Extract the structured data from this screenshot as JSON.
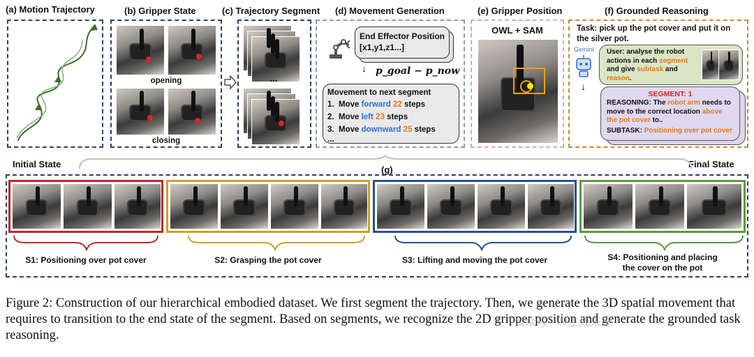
{
  "panels": {
    "a": {
      "title": "(a) Motion Trajectory"
    },
    "b": {
      "title": "(b) Gripper State",
      "label_opening": "opening",
      "label_closing": "closing"
    },
    "c": {
      "title": "(c) Trajectory Segment",
      "ellipsis": "..."
    },
    "d": {
      "title": "(d) Movement Generation",
      "ee_title": "End Effector Position",
      "ee_coords": "[x1,y1,z1...]",
      "formula": "p_goal − p_now",
      "movement_heading": "Movement to next segment",
      "moves": [
        {
          "num": "1.",
          "verb": "Move",
          "dir": "forward",
          "steps": "22",
          "unit": "steps"
        },
        {
          "num": "2.",
          "verb": "Move",
          "dir": "left",
          "steps": "23",
          "unit": "steps"
        },
        {
          "num": "3.",
          "verb": "Move",
          "dir": "downward",
          "steps": "25",
          "unit": "steps"
        }
      ],
      "more": "..."
    },
    "e": {
      "title": "(e) Gripper Position",
      "label": "OWL + SAM"
    },
    "f": {
      "title": "(f) Grounded Reasoning",
      "task": "Task: pick up the pot cover and put it on the silver pot.",
      "model_label": "Gemini",
      "user_pre": "User: analyse the robot actions in each ",
      "user_seg": "segment",
      "user_mid": " and give ",
      "user_subtask": "subtask",
      "user_and": " and ",
      "user_reason": "reason",
      "user_end": ".",
      "segment_label": "SEGMENT: 1",
      "reasoning_pre": "REASONING: The ",
      "reasoning_arm": "robot arm",
      "reasoning_mid": " needs to move to the correct location ",
      "reasoning_loc": "above the pot cover",
      "reasoning_end": " to..",
      "subtask_pre": "SUBTASK: ",
      "subtask_val": "Positioning over pot cover"
    }
  },
  "bottom": {
    "initial_state": "Initial State",
    "final_state": "Final State",
    "g_label": "(g)",
    "stages": [
      {
        "label": "S1: Positioning over pot cover",
        "color": "#c0282d"
      },
      {
        "label": "S2: Grasping the pot cover",
        "color": "#c9a227"
      },
      {
        "label": "S3: Lifting and moving the pot cover",
        "color": "#2b4f8f"
      },
      {
        "label": "S4: Positioning and placing",
        "label2": "the cover on the pot",
        "color": "#5a9a3c"
      }
    ]
  },
  "caption": {
    "text": "Figure 2: Construction of our hierarchical embodied dataset. We first segment the trajectory. Then, we generate the 3D spatial movement that requires to transition to the end state of the segment. Based on segments, we recognize the 2D gripper position and generate the grounded task reasoning.",
    "watermark": "公众号 · AI生成未来"
  }
}
